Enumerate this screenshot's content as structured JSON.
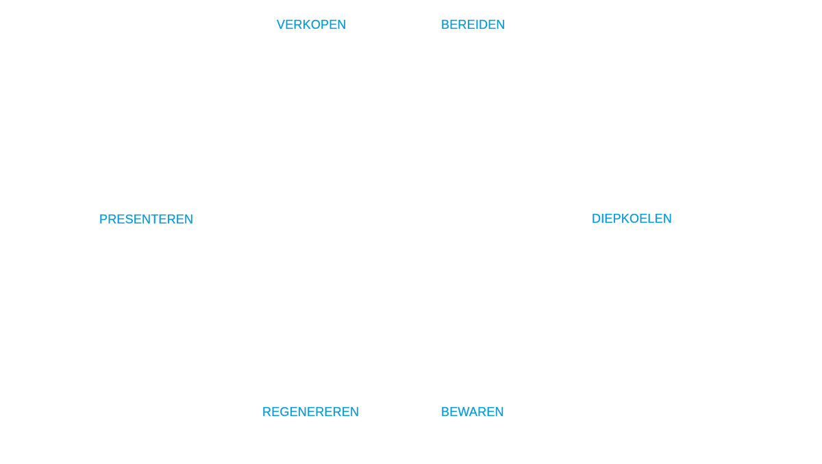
{
  "diagram": {
    "type": "cycle",
    "accent_color": "#0a9ad8",
    "background_color": "#ffffff",
    "nodes": [
      {
        "id": "verkopen",
        "label": "VERKOPEN"
      },
      {
        "id": "bereiden",
        "label": "BEREIDEN"
      },
      {
        "id": "diepkoelen",
        "label": "DIEPKOELEN"
      },
      {
        "id": "bewaren",
        "label": "BEWAREN"
      },
      {
        "id": "regenereren",
        "label": "REGENEREREN"
      },
      {
        "id": "presenteren",
        "label": "PRESENTEREN"
      }
    ]
  }
}
